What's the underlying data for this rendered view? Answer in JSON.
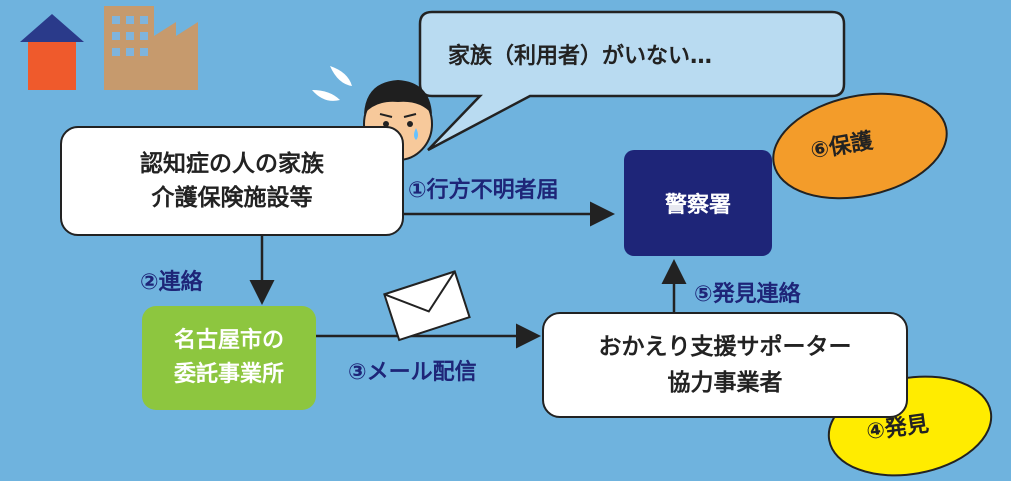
{
  "speech_bubble": {
    "text": "家族（利用者）がいない…"
  },
  "nodes": {
    "family": {
      "line1": "認知症の人の家族",
      "line2": "介護保険施設等"
    },
    "police": {
      "label": "警察署"
    },
    "nagoya": {
      "line1": "名古屋市の",
      "line2": "委託事業所"
    },
    "supporter": {
      "line1": "おかえり支援サポーター",
      "line2": "協力事業者"
    }
  },
  "steps": {
    "s1": "①行方不明者届",
    "s2": "②連絡",
    "s3": "③メール配信",
    "s4": "④発見",
    "s5": "⑤発見連絡",
    "s6": "⑥保護"
  },
  "colors": {
    "background": "#6fb3de",
    "navy": "#1e2578",
    "green": "#8dc63f",
    "orange": "#f39c2a",
    "yellow": "#ffec00"
  }
}
